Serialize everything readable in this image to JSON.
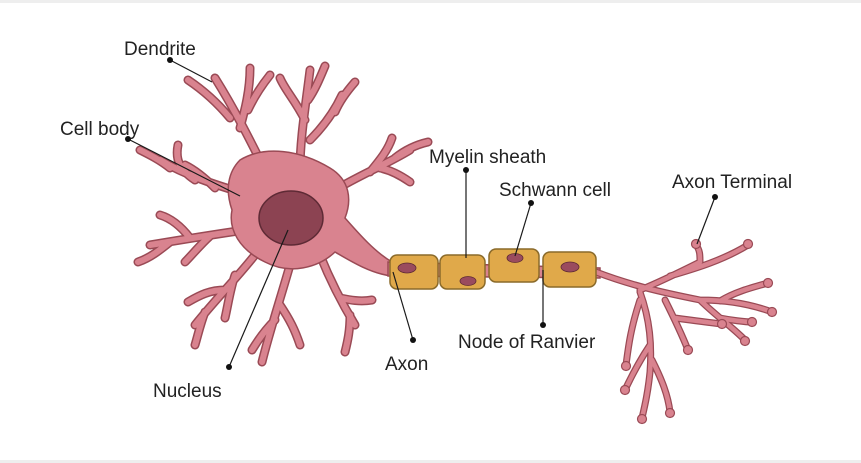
{
  "labels": {
    "dendrite": "Dendrite",
    "cell_body": "Cell body",
    "myelin_sheath": "Myelin sheath",
    "schwann_cell": "Schwann cell",
    "axon_terminal": "Axon Terminal",
    "node_of_ranvier": "Node of Ranvier",
    "axon": "Axon",
    "nucleus": "Nucleus"
  },
  "colors": {
    "cell": "#d9838f",
    "cell_outline": "#9a4a55",
    "nucleus": "#8c4352",
    "myelin": "#e0a94a",
    "myelin_outline": "#8a6a2a",
    "schwann_nucleus": "#9a4b5e"
  }
}
